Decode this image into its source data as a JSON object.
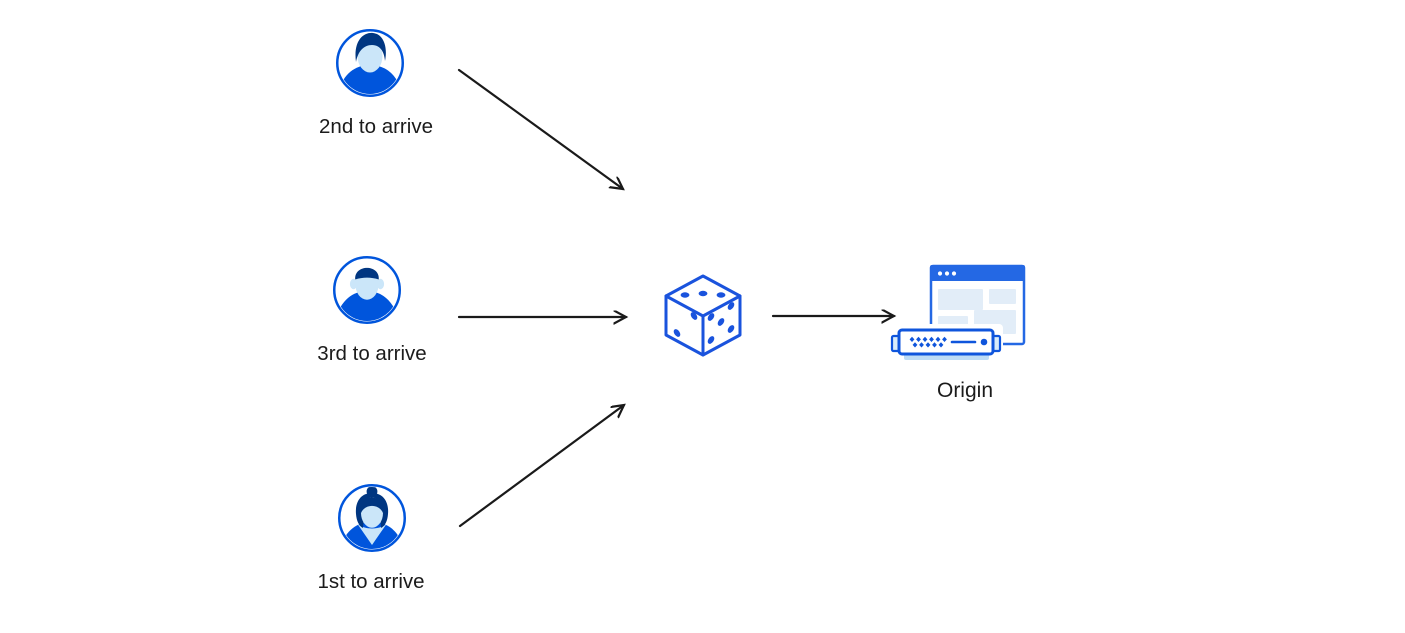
{
  "diagram": {
    "visitors": [
      {
        "label": "2nd to arrive",
        "icon": "male-user-avatar"
      },
      {
        "label": "3rd to arrive",
        "icon": "male-user-avatar-2"
      },
      {
        "label": "1st to arrive",
        "icon": "female-user-avatar"
      }
    ],
    "router": {
      "icon": "dice",
      "die_faces": {
        "top_pips": 3,
        "left_pips": 2,
        "right_pips": 5
      }
    },
    "origin": {
      "label": "Origin",
      "icon": "origin-server-and-browser-window"
    },
    "edges": [
      {
        "from": "visitor-2nd-to-arrive",
        "to": "dice"
      },
      {
        "from": "visitor-3rd-to-arrive",
        "to": "dice"
      },
      {
        "from": "visitor-1st-to-arrive",
        "to": "dice"
      },
      {
        "from": "dice",
        "to": "origin"
      }
    ]
  },
  "colors": {
    "brand_blue": "#0055dc",
    "dark_navy_hair": "#003681",
    "light_skin_blue": "#cbe6f9",
    "pale_block_blue": "#e2edf8",
    "dice_blue": "#1a53dd",
    "window_blue": "#2468e4",
    "server_blue": "#0f55dc",
    "server_base_blue": "#bddbf5",
    "arrow_black": "#1a1a1a",
    "text_black": "#1b1b1b",
    "background": "#ffffff"
  }
}
